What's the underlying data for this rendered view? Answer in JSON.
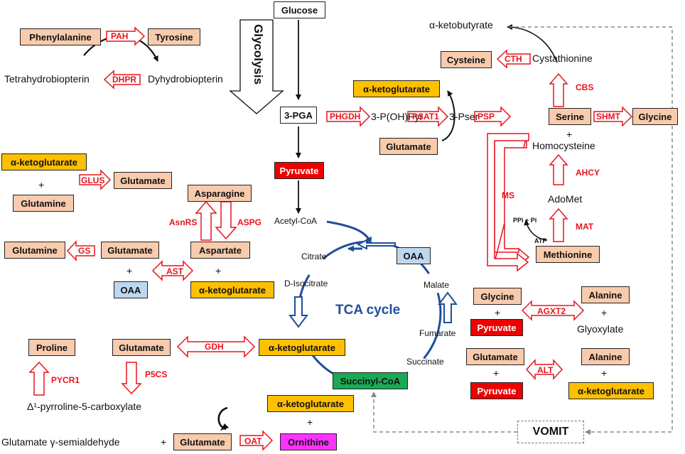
{
  "diagram": {
    "boxes": {
      "glucose": "Glucose",
      "phenylalanine": "Phenylalanine",
      "tyrosine": "Tyrosine",
      "pga": "3-PGA",
      "pyruvate_top": "Pyruvate",
      "akg_top": "α-ketoglutarate",
      "glutamate_psat": "Glutamate",
      "cysteine": "Cysteine",
      "serine": "Serine",
      "glycine_top": "Glycine",
      "methionine": "Methionine",
      "akg_left": "α-ketoglutarate",
      "glutamine_left": "Glutamine",
      "glutamate_glus": "Glutamate",
      "asparagine": "Asparagine",
      "aspartate": "Aspartate",
      "glutamine_gs": "Glutamine",
      "glutamate_gs": "Glutamate",
      "oaa_left": "OAA",
      "akg_ast": "α-ketoglutarate",
      "oaa_tca": "OAA",
      "proline": "Proline",
      "glutamate_gdh": "Glutamate",
      "akg_gdh": "α-ketoglutarate",
      "succinyl_coa": "Succinyl-CoA",
      "akg_bottom": "α-ketoglutarate",
      "glutamate_oat": "Glutamate",
      "ornithine": "Ornithine",
      "glycine_agxt": "Glycine",
      "alanine_agxt": "Alanine",
      "pyruvate_agxt": "Pyruvate",
      "glutamate_alt": "Glutamate",
      "alanine_alt": "Alanine",
      "pyruvate_alt": "Pyruvate",
      "akg_alt": "α-ketoglutarate",
      "vomit": "VOMIT"
    },
    "labels": {
      "glycolysis": "Glycolysis",
      "tetrahydrobiopterin": "Tetrahydrobiopterin",
      "dyhydrobiopterin": "Dyhydrobiopterin",
      "akb": "α-ketobutyrate",
      "cystathionine": "Cystathionine",
      "p_oh_pyr": "3-P(OH)Pyr",
      "pser": "3-Pser",
      "homocysteine": "Homocysteine",
      "adomet": "AdoMet",
      "ppi": "PPi + Pi",
      "atp": "ATP",
      "acetyl_coa": "Acetyl-CoA",
      "citrate": "Citrate",
      "d_isocitrate": "D-Isocitrate",
      "malate": "Malate",
      "tca_cycle": "TCA cycle",
      "fumarate": "Fumarate",
      "succinate": "Succinate",
      "glyoxylate": "Glyoxylate",
      "p5c": "Δ¹-pyrroline-5-carboxylate",
      "gsa": "Glutamate γ-semialdehyde",
      "plus": "+"
    },
    "enzymes": {
      "pah": "PAH",
      "dhpr": "DHPR",
      "cth": "CTH",
      "cbs": "CBS",
      "phgdh": "PHGDH",
      "psat1": "PSAT1",
      "psp": "PSP",
      "shmt": "SHMT",
      "ahcy": "AHCY",
      "ms": "MS",
      "mat": "MAT",
      "glus": "GLUS",
      "asnrs": "AsnRS",
      "aspg": "ASPG",
      "gs": "GS",
      "ast": "AST",
      "agxt2": "AGXT2",
      "alt": "ALT",
      "gdh": "GDH",
      "p5cs": "P5CS",
      "pycr1": "PYCR1",
      "oat": "OAT"
    },
    "colors": {
      "enzyme_red": "#e8141c",
      "peach": "#f8cbad",
      "gold": "#ffc000",
      "pyruvate_red": "#ee0000",
      "oaa_blue": "#bdd7ee",
      "succinyl_green": "#1aaa55",
      "ornithine_magenta": "#ff33ff",
      "tca_blue": "#1f4e9a"
    }
  }
}
